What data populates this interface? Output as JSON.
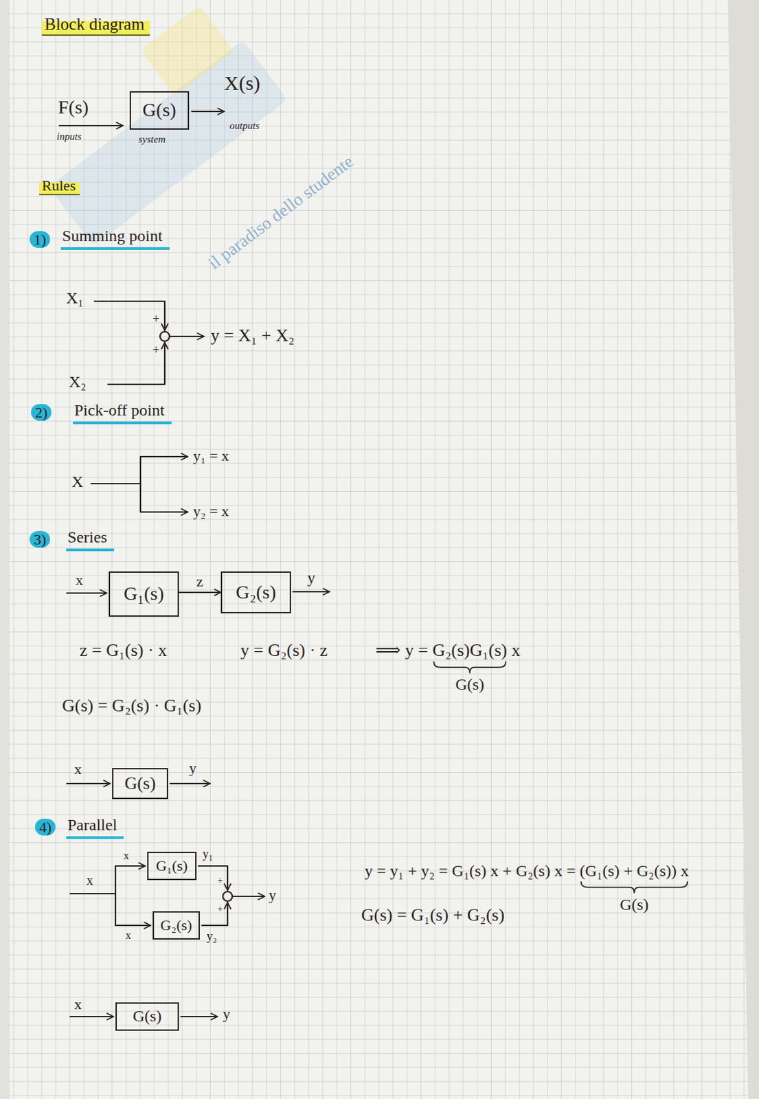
{
  "diagram": {
    "title": "Block diagram",
    "nodes": [
      {
        "text": [
          "G(s)"
        ]
      },
      {
        "text": [
          "G₁(s)"
        ]
      },
      {
        "text": [
          "G₂(s)"
        ]
      },
      {
        "text": [
          "G(s)"
        ]
      },
      {
        "text": [
          "G₁(s)"
        ]
      },
      {
        "text": [
          "G₂(s)"
        ]
      },
      {
        "text": [
          "G(s)"
        ]
      }
    ],
    "edges": [
      {
        "from": 1,
        "to": 2,
        "arrow": "to",
        "label": "z"
      }
    ],
    "labels": [
      "F(s)",
      "inputs",
      "system",
      "X(s)",
      "outputs",
      "il paradiso dello studente",
      "Rules",
      "1)",
      "Summing point",
      "X₁",
      "+",
      "y = X₁ + X₂",
      "+",
      "X₂",
      "2)",
      "Pick-off point",
      "y₁ = x",
      "X",
      "y₂ = x",
      "3)",
      "Series",
      "x",
      "y",
      "z = G₁(s) · x",
      "y = G₂(s) · z",
      "⟹ y = G₂(s)G₁(s) x",
      "G(s)",
      "G(s) = G₂(s) · G₁(s)",
      "x",
      "y",
      "4)",
      "Parallel",
      "x",
      "x",
      "x",
      "y₁",
      "y₂",
      "+",
      "+",
      "y",
      "y = y₁ + y₂ = G₁(s) x + G₂(s) x = (G₁(s) + G₂(s)) x",
      "G(s)",
      "G(s) = G₁(s) + G₂(s)",
      "x",
      "y"
    ]
  }
}
